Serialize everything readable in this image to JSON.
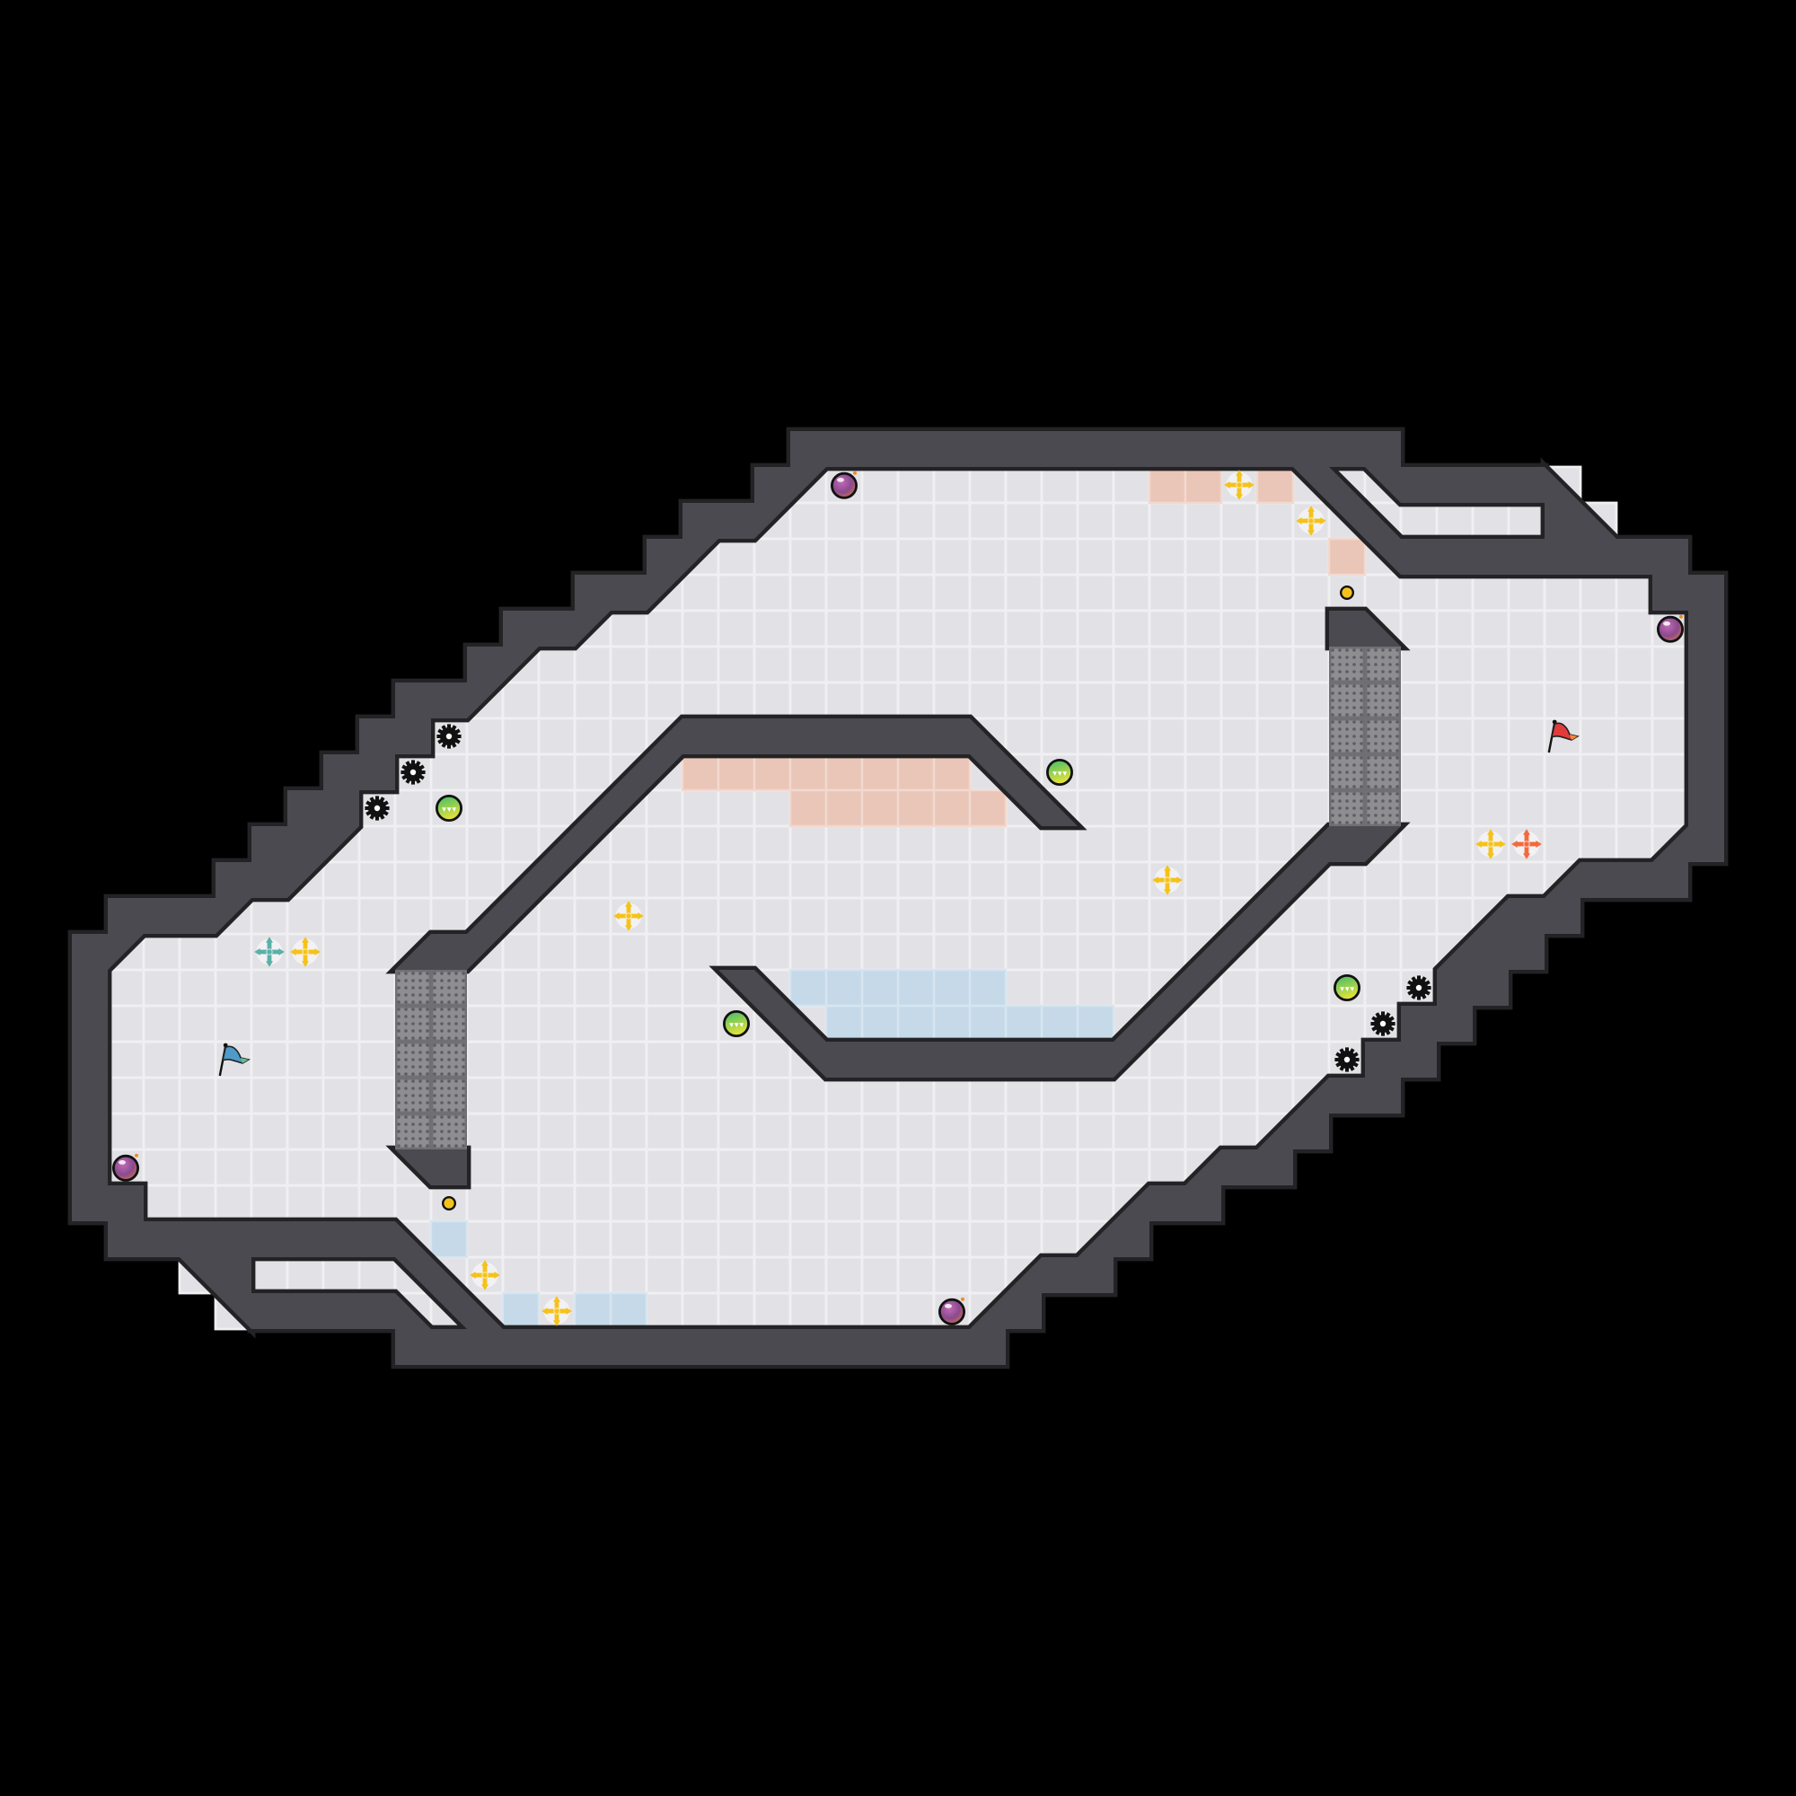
{
  "colors": {
    "background": "#000000",
    "floor": "#e2e2e6",
    "floor_line": "#f0f0f3",
    "wall": "#4b4a50",
    "wall_outline": "#232326",
    "pink_tile": "#eac6b8",
    "blue_tile": "#c5d9e9",
    "grate": "#8d8d92",
    "yellow": "#f5c21b",
    "orange": "#f26a3d",
    "teal": "#5bb0a8",
    "red_flag": "#e23b3b",
    "blue_flag": "#4f9ac9"
  },
  "special_tiles": {
    "pink": [
      [
        32,
        13
      ],
      [
        33,
        13
      ],
      [
        35,
        13
      ],
      [
        37,
        15
      ],
      [
        19,
        21
      ],
      [
        20,
        21
      ],
      [
        21,
        21
      ],
      [
        22,
        21
      ],
      [
        23,
        21
      ],
      [
        24,
        21
      ],
      [
        25,
        21
      ],
      [
        26,
        21
      ],
      [
        22,
        22
      ],
      [
        23,
        22
      ],
      [
        24,
        22
      ],
      [
        25,
        22
      ],
      [
        26,
        22
      ],
      [
        27,
        22
      ]
    ],
    "blue": [
      [
        17,
        36
      ],
      [
        16,
        36
      ],
      [
        14,
        36
      ],
      [
        12,
        34
      ],
      [
        30,
        28
      ],
      [
        29,
        28
      ],
      [
        28,
        28
      ],
      [
        27,
        28
      ],
      [
        26,
        28
      ],
      [
        25,
        28
      ],
      [
        24,
        28
      ],
      [
        23,
        28
      ],
      [
        27,
        27
      ],
      [
        26,
        27
      ],
      [
        25,
        27
      ],
      [
        24,
        27
      ],
      [
        23,
        27
      ],
      [
        22,
        27
      ]
    ]
  },
  "grates": [
    [
      37,
      18
    ],
    [
      38,
      18
    ],
    [
      37,
      19
    ],
    [
      38,
      19
    ],
    [
      37,
      20
    ],
    [
      38,
      20
    ],
    [
      37,
      21
    ],
    [
      38,
      21
    ],
    [
      37,
      22
    ],
    [
      38,
      22
    ],
    [
      11,
      27
    ],
    [
      12,
      27
    ],
    [
      11,
      28
    ],
    [
      12,
      28
    ],
    [
      11,
      29
    ],
    [
      12,
      29
    ],
    [
      11,
      30
    ],
    [
      12,
      30
    ],
    [
      11,
      31
    ],
    [
      12,
      31
    ]
  ],
  "items": [
    {
      "type": "bomb",
      "col": 23,
      "row": 13
    },
    {
      "type": "bomb",
      "col": 46,
      "row": 17
    },
    {
      "type": "bomb",
      "col": 26,
      "row": 36
    },
    {
      "type": "bomb",
      "col": 3,
      "row": 32
    },
    {
      "type": "cross",
      "color": "yellow",
      "col": 34,
      "row": 13
    },
    {
      "type": "cross",
      "color": "yellow",
      "col": 36,
      "row": 14
    },
    {
      "type": "cross",
      "color": "yellow",
      "col": 32,
      "row": 24
    },
    {
      "type": "cross",
      "color": "yellow",
      "col": 17,
      "row": 25
    },
    {
      "type": "cross",
      "color": "yellow",
      "col": 41,
      "row": 23
    },
    {
      "type": "cross",
      "color": "orange",
      "col": 42,
      "row": 23
    },
    {
      "type": "cross",
      "color": "teal",
      "col": 7,
      "row": 26
    },
    {
      "type": "cross",
      "color": "yellow",
      "col": 8,
      "row": 26
    },
    {
      "type": "cross",
      "color": "yellow",
      "col": 13,
      "row": 35
    },
    {
      "type": "cross",
      "color": "yellow",
      "col": 15,
      "row": 36
    },
    {
      "type": "coin",
      "col": 37,
      "row": 16
    },
    {
      "type": "coin",
      "col": 12,
      "row": 33
    },
    {
      "type": "flag",
      "color": "red_flag",
      "col": 43,
      "row": 20
    },
    {
      "type": "flag",
      "color": "blue_flag",
      "col": 6,
      "row": 29
    },
    {
      "type": "orb",
      "col": 29,
      "row": 21
    },
    {
      "type": "orb",
      "col": 12,
      "row": 22
    },
    {
      "type": "orb",
      "col": 20,
      "row": 28
    },
    {
      "type": "orb",
      "col": 37,
      "row": 27
    },
    {
      "type": "gear",
      "col": 12,
      "row": 20
    },
    {
      "type": "gear",
      "col": 11,
      "row": 21
    },
    {
      "type": "gear",
      "col": 10,
      "row": 22
    },
    {
      "type": "gear",
      "col": 37,
      "row": 29
    },
    {
      "type": "gear",
      "col": 38,
      "row": 28
    },
    {
      "type": "gear",
      "col": 39,
      "row": 27
    }
  ]
}
